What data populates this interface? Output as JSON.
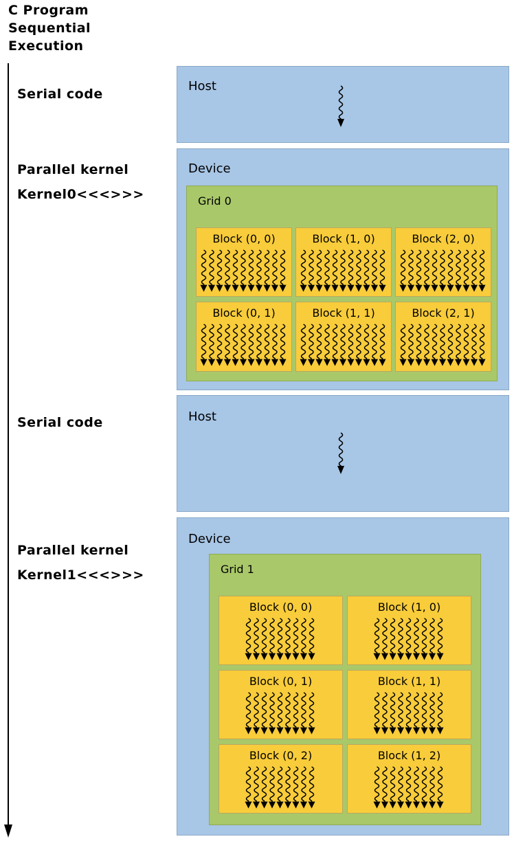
{
  "title": {
    "lines": [
      "C Program",
      "Sequential",
      "Execution"
    ]
  },
  "phases": [
    {
      "label": "Serial code",
      "subtitle": ""
    },
    {
      "label": "Parallel kernel",
      "subtitle": "Kernel0<<<>>>"
    },
    {
      "label": "Serial code",
      "subtitle": ""
    },
    {
      "label": "Parallel kernel",
      "subtitle": "Kernel1<<<>>>"
    }
  ],
  "panels": [
    {
      "type": "host",
      "label": "Host"
    },
    {
      "type": "device",
      "label": "Device",
      "grid": {
        "label": "Grid 0",
        "blocks": [
          "Block (0, 0)",
          "Block (1, 0)",
          "Block (2, 0)",
          "Block (0, 1)",
          "Block (1, 1)",
          "Block (2, 1)"
        ]
      }
    },
    {
      "type": "host",
      "label": "Host"
    },
    {
      "type": "device",
      "label": "Device",
      "grid": {
        "label": "Grid 1",
        "blocks": [
          "Block (0, 0)",
          "Block (1, 0)",
          "Block (0, 1)",
          "Block (1, 1)",
          "Block (0, 2)",
          "Block (1, 2)"
        ]
      }
    }
  ],
  "colors": {
    "host_device_fill": "#a8c6e6",
    "grid_fill": "#a9c86a",
    "block_fill": "#f8cc3a",
    "thread_color": "#000000"
  },
  "icons": {
    "time_axis": "down-arrow",
    "host_thread": "wavy-arrow",
    "block_threads": "wavy-arrows"
  }
}
